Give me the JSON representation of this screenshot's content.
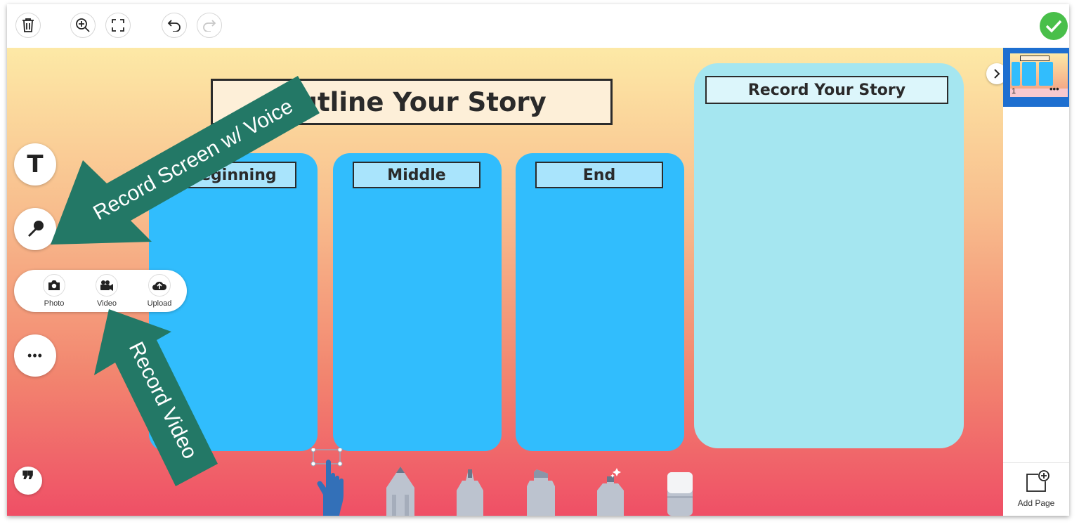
{
  "toolbar": {
    "buttons": [
      "delete",
      "zoom-in",
      "fullscreen",
      "undo",
      "redo"
    ],
    "done_color": "#49bf4a"
  },
  "canvas": {
    "title": "Outline Your Story",
    "columns": [
      {
        "label": "Beginning"
      },
      {
        "label": "Middle"
      },
      {
        "label": "End"
      }
    ],
    "record_label": "Record Your Story",
    "column_color": "#31bdfd",
    "record_box_color": "#a5e6f0"
  },
  "left_tools": {
    "text_glyph": "T",
    "media": [
      {
        "label": "Photo",
        "icon": "camera-icon"
      },
      {
        "label": "Video",
        "icon": "video-camera-icon"
      },
      {
        "label": "Upload",
        "icon": "cloud-upload-icon"
      }
    ],
    "more_glyph": "•••",
    "quote_glyph": "❞"
  },
  "annotations": {
    "arrow1": "Record Screen w/ Voice",
    "arrow2": "Record Video",
    "arrow_color": "#237866"
  },
  "drawing_tools": [
    "hand-select",
    "pencil",
    "pen",
    "marker",
    "spray",
    "eraser"
  ],
  "pages": {
    "current": "1",
    "more_glyph": "•••",
    "add_page_label": "Add Page"
  }
}
